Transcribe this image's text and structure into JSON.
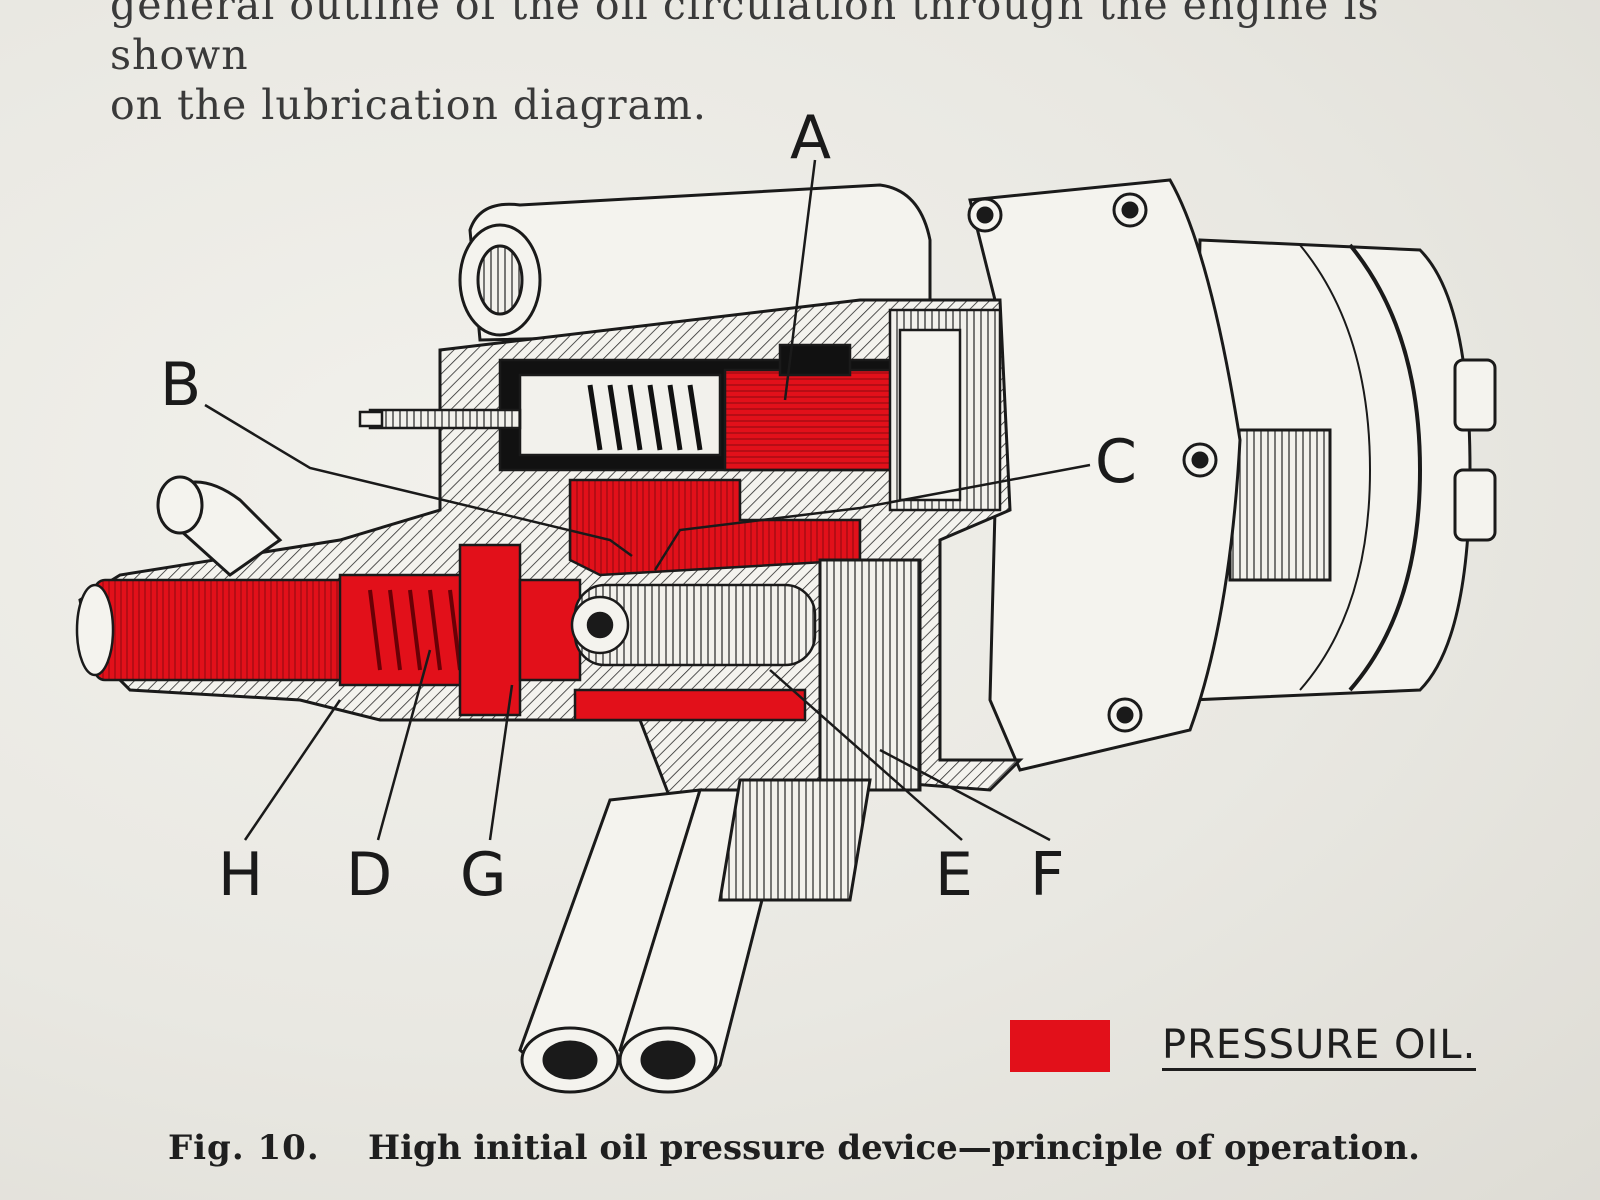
{
  "intro_text": {
    "line1": "general outline of the oil circulation through the engine is shown",
    "line2": "on the lubrication diagram."
  },
  "labels": {
    "A": "A",
    "B": "B",
    "C": "C",
    "D": "D",
    "E": "E",
    "F": "F",
    "G": "G",
    "H": "H"
  },
  "legend": {
    "label": "PRESSURE OIL.",
    "color": "#e2101a"
  },
  "caption": {
    "figure_number": "Fig. 10.",
    "text": "High initial oil pressure device—principle of operation."
  }
}
